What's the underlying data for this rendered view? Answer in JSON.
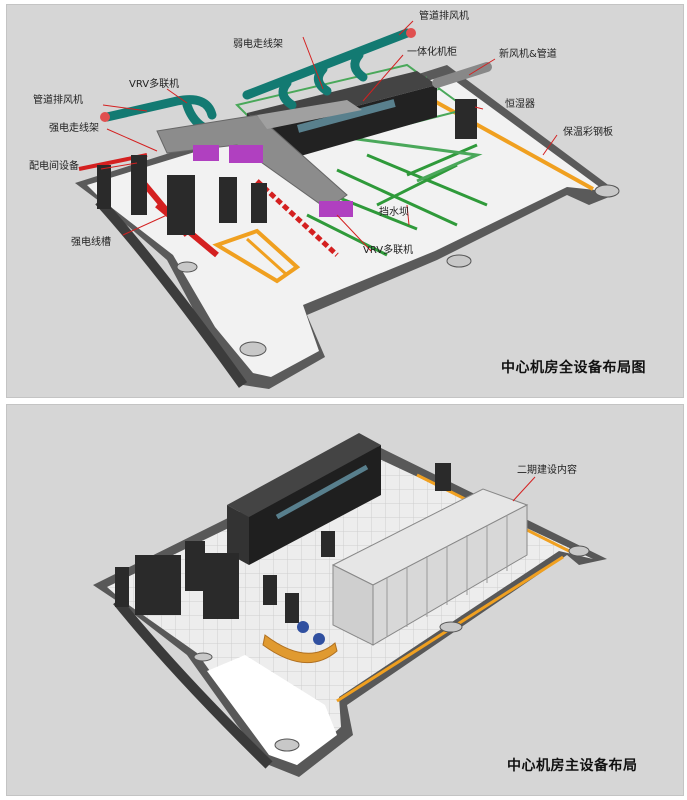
{
  "top_panel": {
    "caption": "中心机房全设备布局图",
    "callouts": [
      {
        "id": "pipe-fan-1",
        "text": "管道排风机"
      },
      {
        "id": "weak-tray",
        "text": "弱电走线架"
      },
      {
        "id": "integrated-cabinet",
        "text": "一体化机柜"
      },
      {
        "id": "fresh-air",
        "text": "新风机&管道"
      },
      {
        "id": "vrv-top",
        "text": "VRV多联机"
      },
      {
        "id": "pipe-fan-2",
        "text": "管道排风机"
      },
      {
        "id": "constant-humidity",
        "text": "恒湿器"
      },
      {
        "id": "strong-tray",
        "text": "强电走线架"
      },
      {
        "id": "insulated-panel",
        "text": "保温彩钢板"
      },
      {
        "id": "distribution",
        "text": "配电间设备"
      },
      {
        "id": "water-dam",
        "text": "挡水坝"
      },
      {
        "id": "vrv-bottom",
        "text": "VRV多联机"
      },
      {
        "id": "strong-trough",
        "text": "强电线槽"
      }
    ]
  },
  "bottom_panel": {
    "caption": "中心机房主设备布局",
    "callouts": [
      {
        "id": "phase-two",
        "text": "二期建设内容"
      }
    ]
  },
  "colors": {
    "background": "#d6d6d6",
    "floor": "#f2f2f2",
    "wall": "#555555",
    "orange_trim": "#f0a020",
    "cabinet": "#2a2a2a",
    "duct_teal": "#137a72",
    "strong_red": "#d42020",
    "weak_green": "#2f9a3a",
    "vrv_purple": "#b040c0",
    "gray_duct": "#8c8c8c",
    "phase_two": "#e6e6e6"
  }
}
